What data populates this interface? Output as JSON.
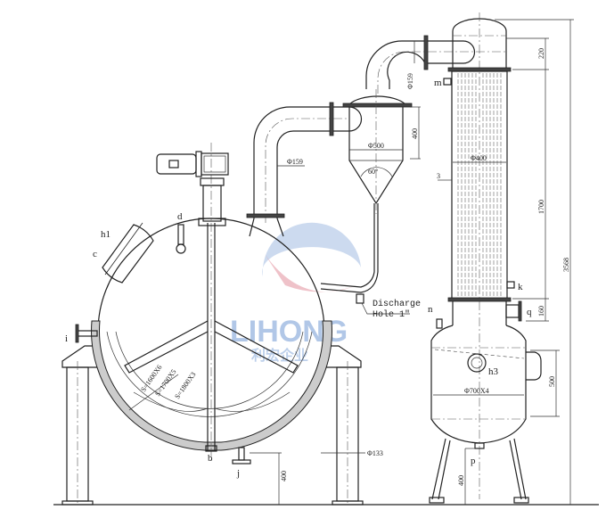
{
  "drawing": {
    "nozzle_labels": {
      "h1": "h1",
      "c": "c",
      "d": "d",
      "i": "i",
      "b": "b",
      "j": "j",
      "m": "m",
      "k": "k",
      "n": "n",
      "q": "q",
      "h3": "h3",
      "p": "p"
    },
    "dimensions": {
      "pipe_dia_1": "Φ159",
      "pipe_dia_2": "Φ159",
      "cyclone_dia": "Φ500",
      "cyclone_height": "400",
      "cone_angle": "60°",
      "column_dia": "Φ400",
      "wall_mark": "3",
      "top_height": "220",
      "tube_length": "1700",
      "bottom_flange": "160",
      "total_height": "3568",
      "vessel_dia": "Φ700X4",
      "vessel_height": "500",
      "leg_dia": "Φ133",
      "leg_height_left": "400",
      "leg_height_right": "400",
      "shell_1": "S=1600X6",
      "shell_2": "S=1700X5",
      "shell_3": "S=1800X3"
    },
    "discharge": {
      "line1": "Discharge",
      "line2": "Hole 1\""
    },
    "watermark": {
      "brand": "LIHONG",
      "sub": "利宏企业"
    }
  }
}
